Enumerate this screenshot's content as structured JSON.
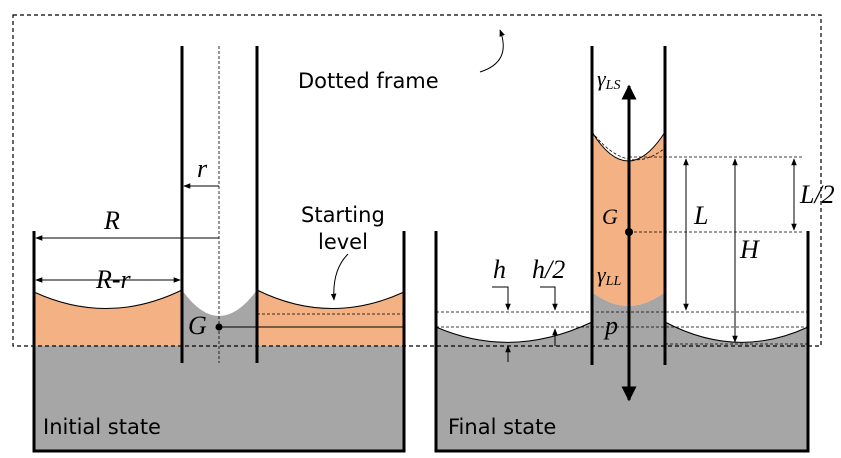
{
  "frame_label": "Dotted frame",
  "starting_level_label_line1": "Starting",
  "starting_level_label_line2": "level",
  "initial_state_label": "Initial state",
  "final_state_label": "Final state",
  "symbols": {
    "r": "r",
    "R": "R",
    "R_minus_r": "R-r",
    "G_initial": "G",
    "G_final": "G",
    "h": "h",
    "h_half": "h/2",
    "p": "p",
    "L": "L",
    "L_half": "L/2",
    "H": "H",
    "gamma": "γ",
    "gamma_LS_sub": "LS",
    "gamma_LL_sub": "LL"
  },
  "colors": {
    "liquid_orange": "#f4b183",
    "liquid_gray": "#a6a6a6"
  }
}
